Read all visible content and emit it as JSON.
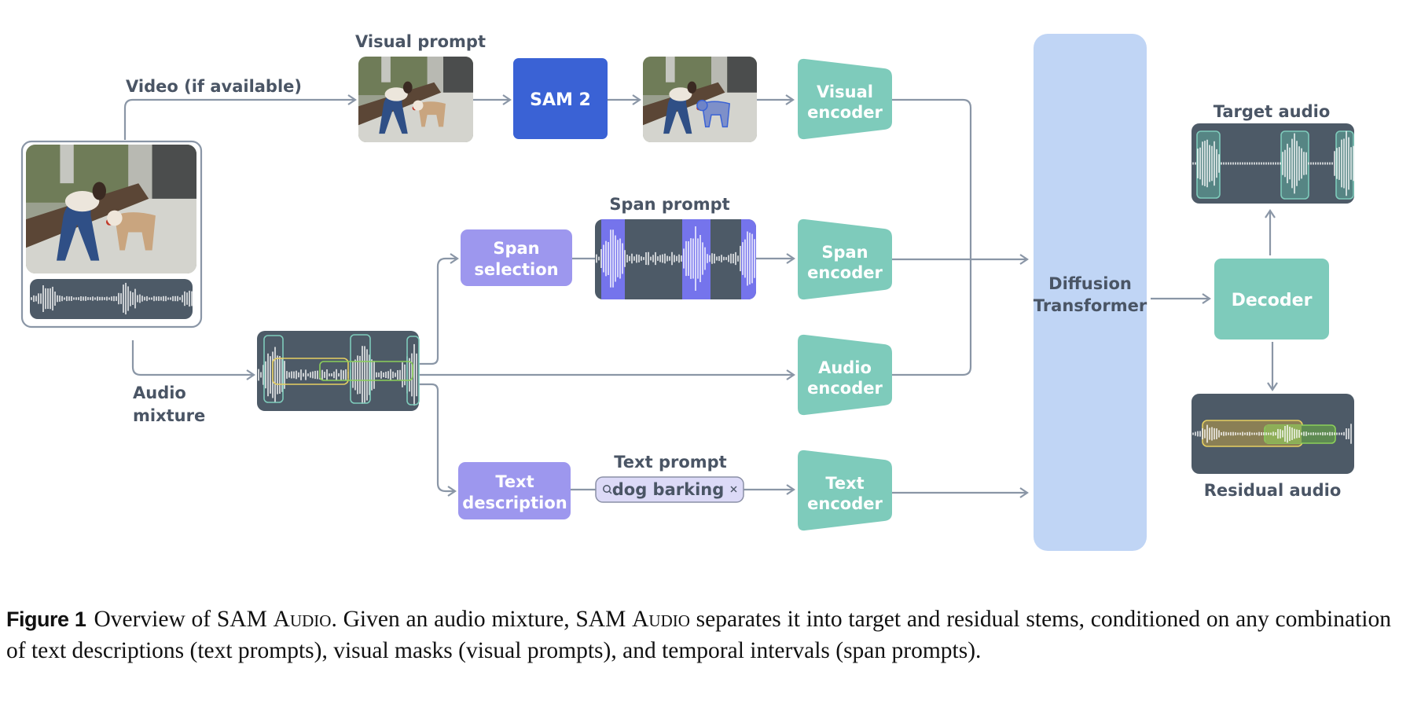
{
  "labels": {
    "video": "Video (if available)",
    "visual_prompt": "Visual prompt",
    "span_prompt": "Span prompt",
    "text_prompt": "Text prompt",
    "audio_mixture_line1": "Audio",
    "audio_mixture_line2": "mixture",
    "target_audio": "Target audio",
    "residual_audio": "Residual audio"
  },
  "boxes": {
    "sam2": "SAM 2",
    "span_selection": [
      "Span",
      "selection"
    ],
    "text_description": [
      "Text",
      "description"
    ],
    "visual_encoder": [
      "Visual",
      "encoder"
    ],
    "span_encoder": [
      "Span",
      "encoder"
    ],
    "audio_encoder": [
      "Audio",
      "encoder"
    ],
    "text_encoder": [
      "Text",
      "encoder"
    ],
    "diffusion_transformer": [
      "Diffusion",
      "Transformer"
    ],
    "decoder": "Decoder"
  },
  "text_prompt_chip": {
    "icon": "search-icon",
    "value": "dog barking",
    "close_icon": "close-icon"
  },
  "images": {
    "input_video": "woman-playing-with-dog-photo",
    "visual_prompt_frame": "woman-playing-with-dog-photo",
    "sam2_output_frame": "dog-segmented-mask-photo"
  },
  "colors": {
    "encoder": "#7ecbbb",
    "prompt_box": "#9d97ee",
    "sam2": "#3a62d5",
    "diffusion": "#c0d5f5",
    "waveform_bg": "#4d5a67",
    "span_highlight": "#7574ec",
    "target_highlight": "#7ecbbb",
    "residual_yellow": "#e6cf62",
    "residual_green": "#8ccf5a",
    "connector": "#8a96a6",
    "label": "#4a5565"
  },
  "caption": {
    "figure_label": "Figure 1",
    "part1": "Overview of SAM ",
    "audio_smallcaps": "Audio",
    "part2": ". Given an audio mixture, SAM ",
    "part3": " separates it into target and residual stems, conditioned on any combination of text descriptions (text prompts), visual masks (visual prompts), and temporal intervals (span prompts)."
  }
}
